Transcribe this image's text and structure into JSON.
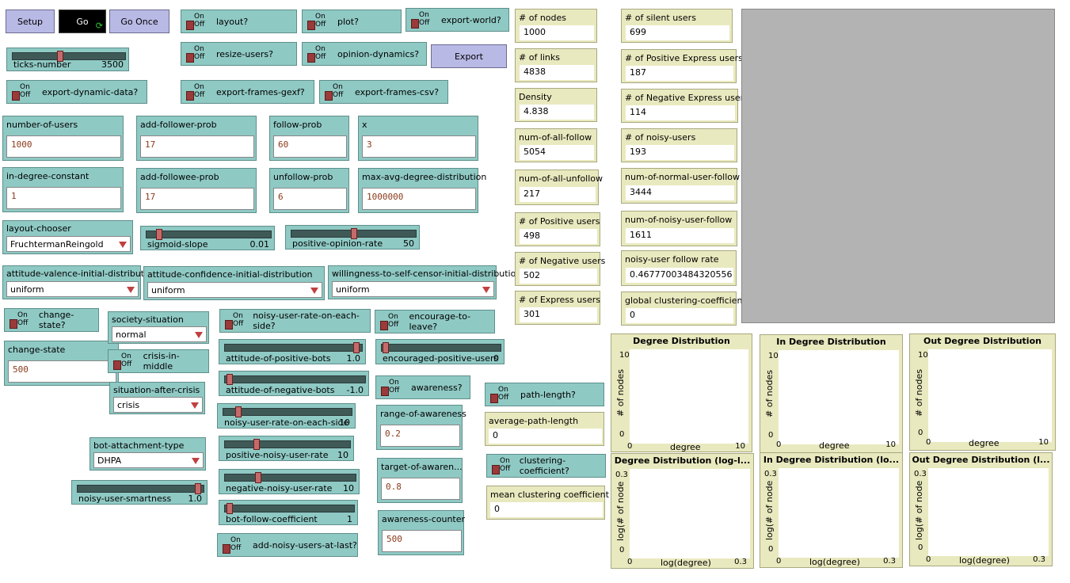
{
  "buttons": {
    "setup": "Setup",
    "go": "Go",
    "go_once": "Go Once",
    "export": "Export"
  },
  "switches": {
    "layout": "layout?",
    "plot": "plot?",
    "export_world": "export-world?",
    "resize_users": "resize-users?",
    "opinion_dynamics": "opinion-dynamics?",
    "export_dynamic": "export-dynamic-data?",
    "export_gexf": "export-frames-gexf?",
    "export_csv": "export-frames-csv?",
    "change_state": "change-state?",
    "noisy_rate_each_side": "noisy-user-rate-on-each-side?",
    "encourage_leave": "encourage-to-leave?",
    "crisis_middle": "crisis-in-middle",
    "awareness": "awareness?",
    "path_length": "path-length?",
    "clustering": "clustering-coefficient?",
    "add_noisy_last": "add-noisy-users-at-last?",
    "on": "On",
    "off": "Off"
  },
  "sliders": {
    "ticks": {
      "name": "ticks-number",
      "value": "3500",
      "frac": 0.42
    },
    "sigmoid": {
      "name": "sigmoid-slope",
      "value": "0.01",
      "frac": 0.08
    },
    "positive_opinion": {
      "name": "positive-opinion-rate",
      "value": "50",
      "frac": 0.5
    },
    "pos_bots": {
      "name": "attitude-of-positive-bots",
      "value": "1.0",
      "frac": 0.98
    },
    "neg_bots": {
      "name": "attitude-of-negative-bots",
      "value": "-1.0",
      "frac": 0.01
    },
    "noisy_each_side": {
      "name": "noisy-user-rate-on-each-side",
      "value": "10",
      "frac": 0.1
    },
    "pos_noisy": {
      "name": "positive-noisy-user-rate",
      "value": "10",
      "frac": 0.24
    },
    "neg_noisy": {
      "name": "negative-noisy-user-rate",
      "value": "10",
      "frac": 0.24
    },
    "bot_follow": {
      "name": "bot-follow-coefficient",
      "value": "1",
      "frac": 0.01
    },
    "encouraged_pos": {
      "name": "encouraged-positive-users",
      "value": "0",
      "frac": 0.01
    },
    "noisy_smart": {
      "name": "noisy-user-smartness",
      "value": "1.0",
      "frac": 0.98
    }
  },
  "inputs": {
    "number_of_users": {
      "label": "number-of-users",
      "value": "1000"
    },
    "add_follower_prob": {
      "label": "add-follower-prob",
      "value": "17"
    },
    "follow_prob": {
      "label": "follow-prob",
      "value": "60"
    },
    "x": {
      "label": "x",
      "value": "3"
    },
    "in_degree_constant": {
      "label": "in-degree-constant",
      "value": "1"
    },
    "add_followee_prob": {
      "label": "add-followee-prob",
      "value": "17"
    },
    "unfollow_prob": {
      "label": "unfollow-prob",
      "value": "6"
    },
    "max_avg_degree": {
      "label": "max-avg-degree-distribution",
      "value": "1000000"
    },
    "change_state": {
      "label": "change-state",
      "value": "500"
    },
    "range_awareness": {
      "label": "range-of-awareness",
      "value": "0.2"
    },
    "target_awareness": {
      "label": "target-of-awaren...",
      "value": "0.8"
    },
    "awareness_counter": {
      "label": "awareness-counter",
      "value": "500"
    }
  },
  "choosers": {
    "layout": {
      "label": "layout-chooser",
      "value": "FruchtermanReingold"
    },
    "valence": {
      "label": "attitude-valence-initial-distribution",
      "value": "uniform"
    },
    "confidence": {
      "label": "attitude-confidence-initial-distribution",
      "value": "uniform"
    },
    "willingness": {
      "label": "willingness-to-self-censor-initial-distribution",
      "value": "uniform"
    },
    "society": {
      "label": "society-situation",
      "value": "normal"
    },
    "after_crisis": {
      "label": "situation-after-crisis",
      "value": "crisis"
    },
    "bot_attach": {
      "label": "bot-attachment-type",
      "value": "DHPA"
    }
  },
  "monitors": {
    "nodes": {
      "label": "# of nodes",
      "value": "1000"
    },
    "links": {
      "label": "# of links",
      "value": "4838"
    },
    "density": {
      "label": "Density",
      "value": "4.838"
    },
    "all_follow": {
      "label": "num-of-all-follow",
      "value": "5054"
    },
    "all_unfollow": {
      "label": "num-of-all-unfollow",
      "value": "217"
    },
    "positive": {
      "label": "# of Positive users",
      "value": "498"
    },
    "negative": {
      "label": "# of Negative users",
      "value": "502"
    },
    "express": {
      "label": "# of Express users",
      "value": "301"
    },
    "silent": {
      "label": "# of silent users",
      "value": "699"
    },
    "pos_express": {
      "label": "# of Positive Express users",
      "value": "187"
    },
    "neg_express": {
      "label": "# of Negative Express users",
      "value": "114"
    },
    "noisy": {
      "label": "# of noisy-users",
      "value": "193"
    },
    "normal_follow": {
      "label": "num-of-normal-user-follow",
      "value": "3444"
    },
    "noisy_follow": {
      "label": "num-of-noisy-user-follow",
      "value": "1611"
    },
    "noisy_rate": {
      "label": "noisy-user follow rate",
      "value": "0.46777003484320556"
    },
    "clustering": {
      "label": "global clustering-coefficient",
      "value": "0"
    },
    "avg_path": {
      "label": "average-path-length",
      "value": "0"
    },
    "mean_clust": {
      "label": "mean clustering coefficient",
      "value": "0"
    }
  },
  "plots": {
    "deg": {
      "title": "Degree Distribution",
      "xlabel": "degree",
      "ylabel": "# of nodes",
      "xmin": "0",
      "xmax": "10",
      "ymin": "0",
      "ymax": "10"
    },
    "indeg": {
      "title": "In Degree Distribution",
      "xlabel": "degree",
      "ylabel": "# of nodes",
      "xmin": "0",
      "xmax": "10",
      "ymin": "0",
      "ymax": "10"
    },
    "outdeg": {
      "title": "Out Degree Distribution",
      "xlabel": "degree",
      "ylabel": "# of nodes",
      "xmin": "0",
      "xmax": "10",
      "ymin": "0",
      "ymax": "10"
    },
    "deglog": {
      "title": "Degree Distribution (log-l...",
      "xlabel": "log(degree)",
      "ylabel": "log(# of node",
      "xmin": "0",
      "xmax": "0.3",
      "ymin": "0",
      "ymax": "0.3"
    },
    "indeglog": {
      "title": "In Degree Distribution (lo...",
      "xlabel": "log(degree)",
      "ylabel": "log(# of node",
      "xmin": "0",
      "xmax": "0.3",
      "ymin": "0",
      "ymax": "0.3"
    },
    "outdeglog": {
      "title": "Out Degree Distribution (l...",
      "xlabel": "log(degree)",
      "ylabel": "log(# of node",
      "xmin": "0",
      "xmax": "0.3",
      "ymin": "0",
      "ymax": "0.3"
    }
  }
}
